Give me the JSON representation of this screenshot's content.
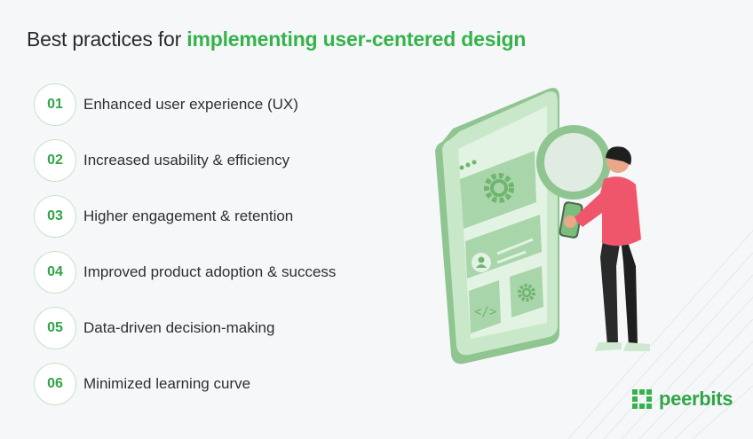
{
  "header": {
    "title_prefix": "Best practices for ",
    "title_highlight": "implementing user-centered design"
  },
  "items": [
    {
      "number": "01",
      "label": "Enhanced user experience (UX)"
    },
    {
      "number": "02",
      "label": "Increased usability & efficiency"
    },
    {
      "number": "03",
      "label": "Higher engagement & retention"
    },
    {
      "number": "04",
      "label": "Improved product adoption & success"
    },
    {
      "number": "05",
      "label": "Data-driven decision-making"
    },
    {
      "number": "06",
      "label": "Minimized learning curve"
    }
  ],
  "brand": {
    "name": "peerbits",
    "accent": "#35b34a"
  },
  "colors": {
    "background": "#f5f7f9",
    "text": "#2b2b2b",
    "shirt": "#f0566b",
    "phone": "#a8d5a9"
  }
}
